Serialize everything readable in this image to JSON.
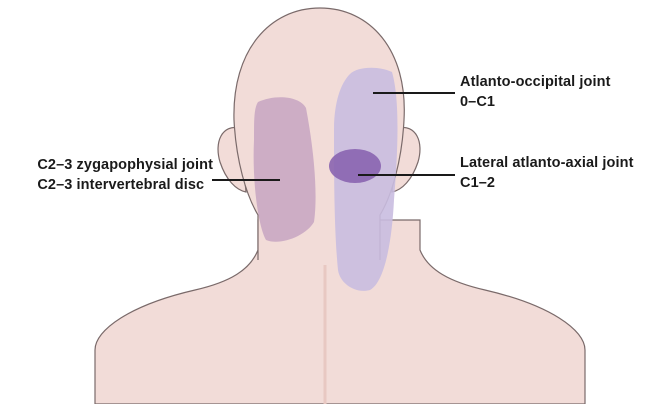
{
  "annotations": {
    "atlanto_occipital": {
      "title": "Atlanto-occipital joint",
      "level": "0–C1",
      "color": "#b9a9d6"
    },
    "lateral_atlanto_axial": {
      "title": "Lateral atlanto-axial joint",
      "level": "C1–2",
      "color": "#8a64b0"
    },
    "c2_3": {
      "line1": "C2–3 zygapophysial joint",
      "line2": "C2–3 intervertebral disc",
      "color": "#c7a5c2"
    }
  },
  "colors": {
    "skin": "#f2dcd8",
    "outline": "#7a6a6a",
    "spine_line": "#e8c8c2"
  }
}
